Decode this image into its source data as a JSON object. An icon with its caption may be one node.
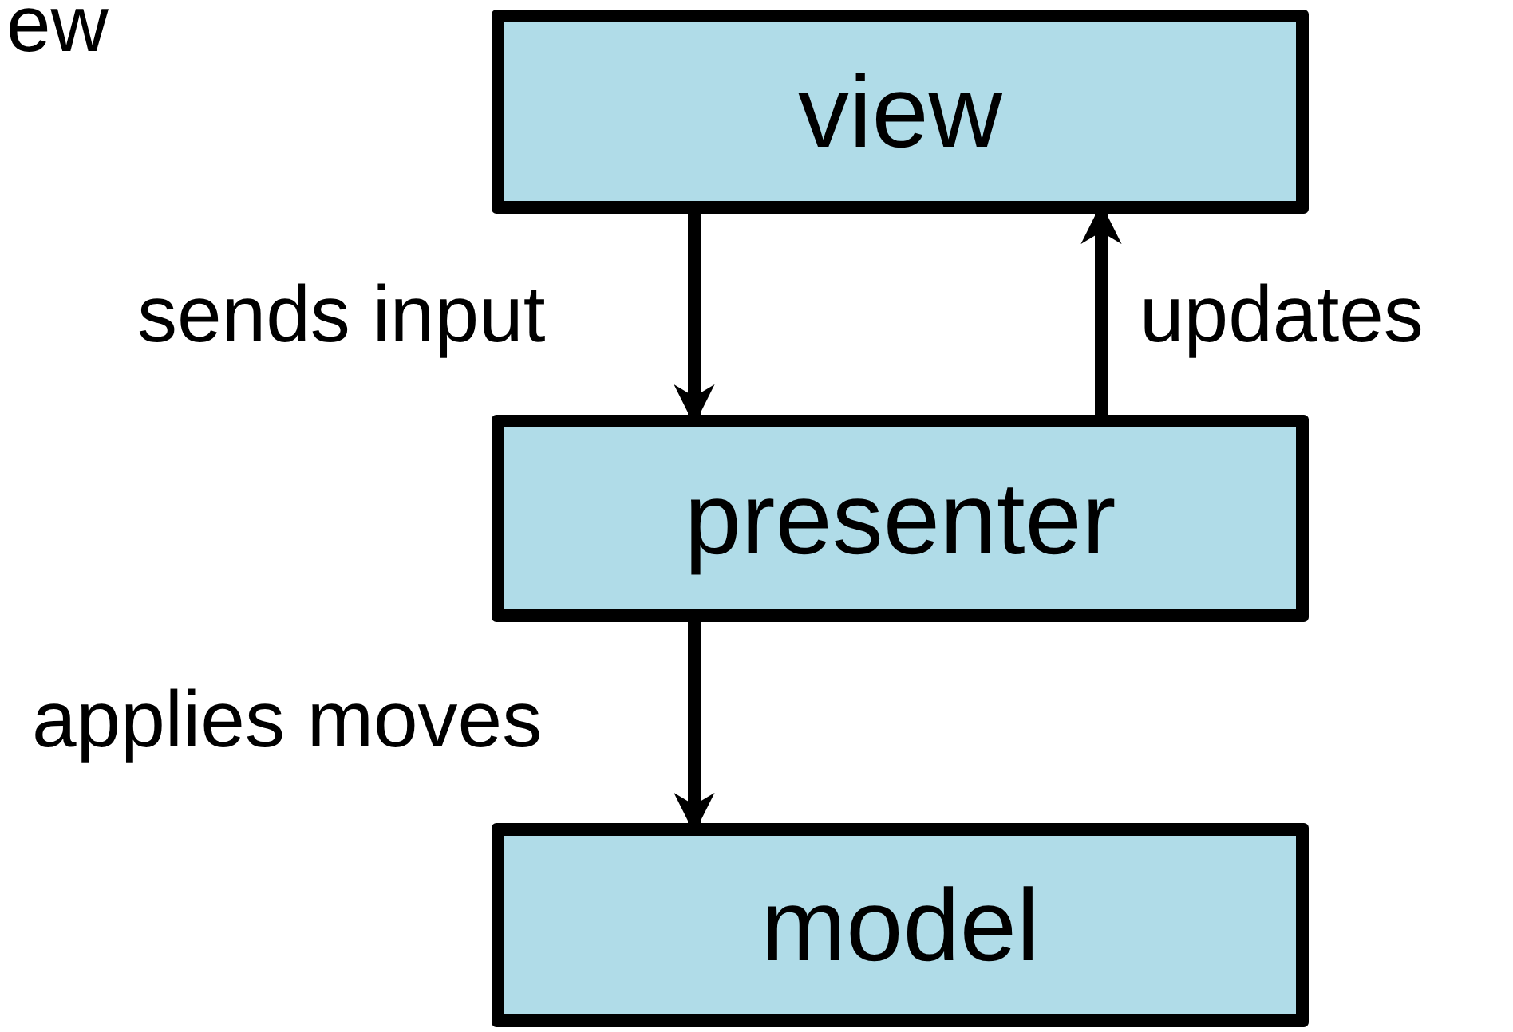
{
  "diagram": {
    "nodes": [
      {
        "text": [
          "view"
        ]
      },
      {
        "text": [
          "presenter"
        ]
      },
      {
        "text": [
          "model"
        ]
      }
    ],
    "edges": [
      {
        "from": 0,
        "to": 1,
        "arrow": "to",
        "label": "sends input"
      },
      {
        "from": 1,
        "to": 0,
        "arrow": "to",
        "label": "updates"
      },
      {
        "from": 1,
        "to": 2,
        "arrow": "to",
        "label": "applies moves"
      }
    ],
    "labels": [
      "ew"
    ]
  }
}
